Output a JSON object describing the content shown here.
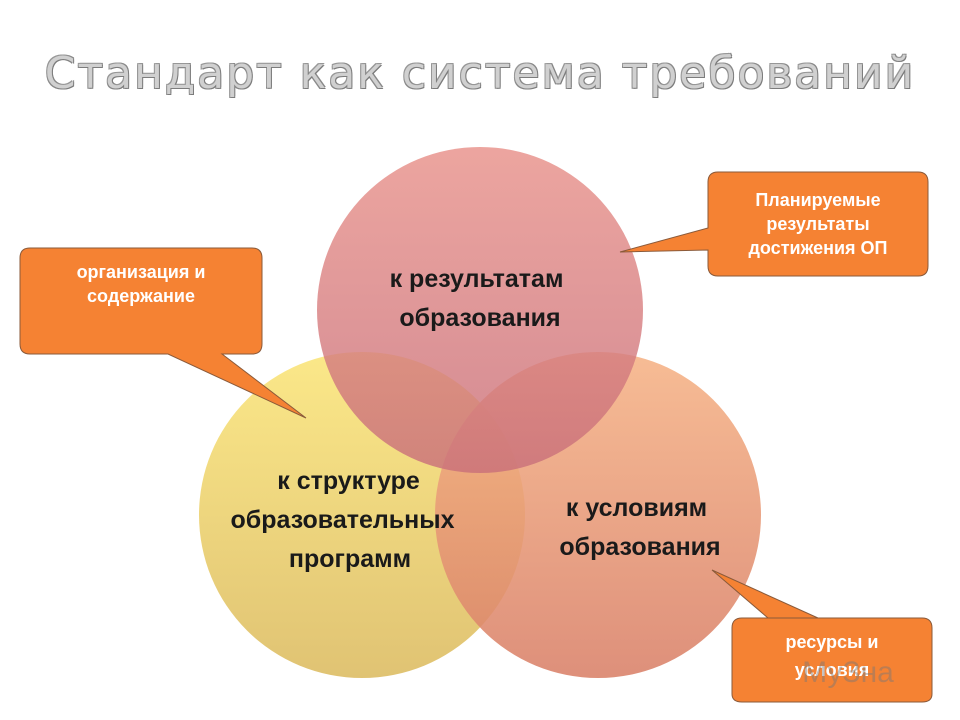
{
  "title": "Стандарт как система требований",
  "circles": {
    "top": {
      "line1": "к результатам",
      "line2": "образования",
      "color": "#d9707a"
    },
    "left": {
      "line1": "к структуре",
      "line2": "образовательных",
      "line3": "программ",
      "color": "#f5d96a"
    },
    "right": {
      "line1": "к условиям",
      "line2": "образования",
      "color": "#f09a66"
    }
  },
  "callouts": {
    "left": {
      "line1": "организация и",
      "line2": "содержание"
    },
    "top_right": {
      "line1": "Планируемые",
      "line2": "результаты",
      "line3": "достижения ОП"
    },
    "bottom_right": {
      "line1": "ресурсы и",
      "line2": "условия"
    }
  },
  "callout_color": "#f58233",
  "watermark": "МуЗна"
}
